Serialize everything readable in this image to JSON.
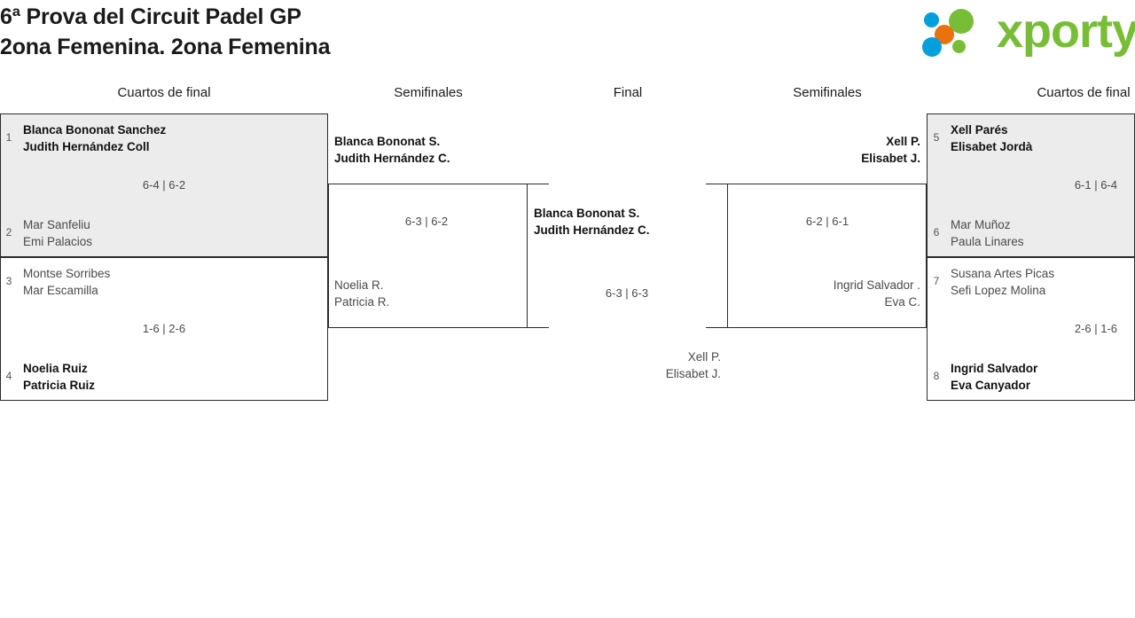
{
  "header": {
    "title_line1": "6ª Prova del Circuit Padel GP",
    "title_line2": "2ona Femenina. 2ona Femenina",
    "logo": {
      "word": "xporty",
      "colors": {
        "green": "#78bd36",
        "blue": "#00a0dd",
        "orange": "#e8720c"
      }
    }
  },
  "columns": [
    {
      "label": "Cuartos de final"
    },
    {
      "label": "Semifinales"
    },
    {
      "label": "Final"
    },
    {
      "label": "Semifinales"
    },
    {
      "label": "Cuartos de final"
    }
  ],
  "bracket": {
    "left_quarterfinals": [
      {
        "top": {
          "seed": "1",
          "names": "Blanca Bononat Sanchez\nJudith Hernández Coll",
          "winner": true
        },
        "bottom": {
          "seed": "2",
          "names": "Mar Sanfeliu\nEmi Palacios",
          "winner": false
        },
        "score": "6-4 | 6-2",
        "shaded": true
      },
      {
        "top": {
          "seed": "3",
          "names": "Montse Sorribes\nMar Escamilla",
          "winner": false
        },
        "bottom": {
          "seed": "4",
          "names": "Noelia Ruiz\nPatricia Ruiz",
          "winner": true
        },
        "score": "1-6 | 2-6",
        "shaded": false
      }
    ],
    "left_semifinal": {
      "top": {
        "names": "Blanca Bononat S.\nJudith Hernández C.",
        "winner": true
      },
      "bottom": {
        "names": "Noelia R.\nPatricia R.",
        "winner": false
      },
      "score": "6-3 | 6-2"
    },
    "final": {
      "winner": {
        "names": "Blanca Bononat S.\nJudith Hernández C."
      },
      "runner_up": {
        "names": "Xell P.\nElisabet J."
      },
      "score": "6-3 | 6-3"
    },
    "right_semifinal": {
      "top": {
        "names": "Xell P.\nElisabet J.",
        "winner": true
      },
      "bottom": {
        "names": "Ingrid Salvador .\nEva C.",
        "winner": false
      },
      "score": "6-2 | 6-1"
    },
    "right_quarterfinals": [
      {
        "top": {
          "seed": "5",
          "names": "Xell Parés\nElisabet Jordà",
          "winner": true
        },
        "bottom": {
          "seed": "6",
          "names": "Mar Muñoz\nPaula Linares",
          "winner": false
        },
        "score": "6-1 | 6-4",
        "shaded": true
      },
      {
        "top": {
          "seed": "7",
          "names": "Susana Artes Picas\nSefi Lopez Molina",
          "winner": false
        },
        "bottom": {
          "seed": "8",
          "names": "Ingrid Salvador\nEva Canyador",
          "winner": true
        },
        "score": "2-6 | 1-6",
        "shaded": false
      }
    ]
  }
}
